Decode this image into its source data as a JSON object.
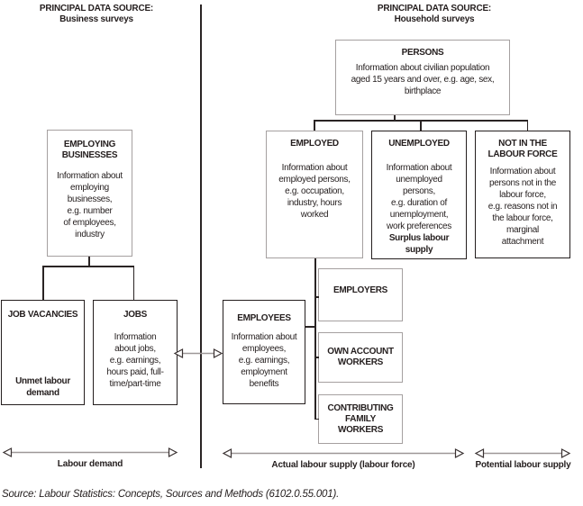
{
  "headers": {
    "business": "PRINCIPAL DATA SOURCE:\nBusiness surveys",
    "household": "PRINCIPAL DATA SOURCE:\nHousehold surveys"
  },
  "boxes": {
    "persons": {
      "title": "PERSONS",
      "body": "Information about civilian population\naged 15 years and over, e.g. age, sex,\nbirthplace"
    },
    "employing_businesses": {
      "title": "EMPLOYING\nBUSINESSES",
      "body": "Information about\nemploying\nbusinesses,\ne.g. number\nof employees,\nindustry"
    },
    "job_vacancies": {
      "title": "JOB VACANCIES",
      "footer": "Unmet labour\ndemand"
    },
    "jobs": {
      "title": "JOBS",
      "body": "Information\nabout jobs,\ne.g. earnings,\nhours paid, full-\ntime/part-time"
    },
    "employed": {
      "title": "EMPLOYED",
      "body": "Information about\nemployed persons,\ne.g. occupation,\nindustry, hours\nworked"
    },
    "unemployed": {
      "title": "UNEMPLOYED",
      "body": "Information about\nunemployed\npersons,\ne.g. duration of\nunemployment,\nwork preferences",
      "footer": "Surplus labour\nsupply"
    },
    "not_in_labour_force": {
      "title": "NOT IN THE\nLABOUR FORCE",
      "body": "Information about\npersons not in the\nlabour force,\ne.g. reasons not in\nthe labour force,\nmarginal\nattachment"
    },
    "employees": {
      "title": "EMPLOYEES",
      "body": "Information about\nemployees,\ne.g. earnings,\nemployment\nbenefits"
    },
    "employers": {
      "title": "EMPLOYERS"
    },
    "own_account_workers": {
      "title": "OWN ACCOUNT\nWORKERS"
    },
    "contributing_family_workers": {
      "title": "CONTRIBUTING\nFAMILY\nWORKERS"
    }
  },
  "arrows": {
    "labour_demand": "Labour demand",
    "actual_labour_supply": "Actual labour supply (labour force)",
    "potential_labour_supply": "Potential labour supply"
  },
  "source_note": "Source: Labour Statistics: Concepts, Sources and Methods (6102.0.55.001).",
  "colors": {
    "border_dark": "#241e1e",
    "border_gray": "#a5a0a0",
    "arrow_shaft_gray": "#9d9797"
  }
}
